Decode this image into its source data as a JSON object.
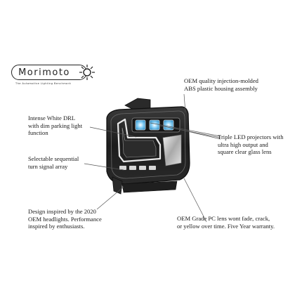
{
  "logo": {
    "wordmark": "Morimoto",
    "tagline": "The Automotive Lighting Benchmark",
    "icon": "sun-icon"
  },
  "callouts": {
    "housing": [
      "OEM quality injection-molded",
      "ABS plastic housing assembly"
    ],
    "drl": [
      "Intense White DRL",
      "with dim parking light",
      "function"
    ],
    "projectors": [
      "Triple LED projectors with",
      "ultra high output and",
      "square clear glass lens"
    ],
    "turn_signal": [
      "Selectable sequential",
      "turn signal array"
    ],
    "design": [
      "Design inspired by the 2020",
      "OEM headlights. Performance",
      "inspired by enthusiasts."
    ],
    "lens": [
      "OEM Grade PC lens wont fade, crack,",
      "or yellow over time. Five Year warranty."
    ]
  },
  "colors": {
    "housing_dark": "#1e1e1e",
    "chrome": "#cfcfcf",
    "led_glow": "#4fb3e8",
    "line": "#555555"
  }
}
